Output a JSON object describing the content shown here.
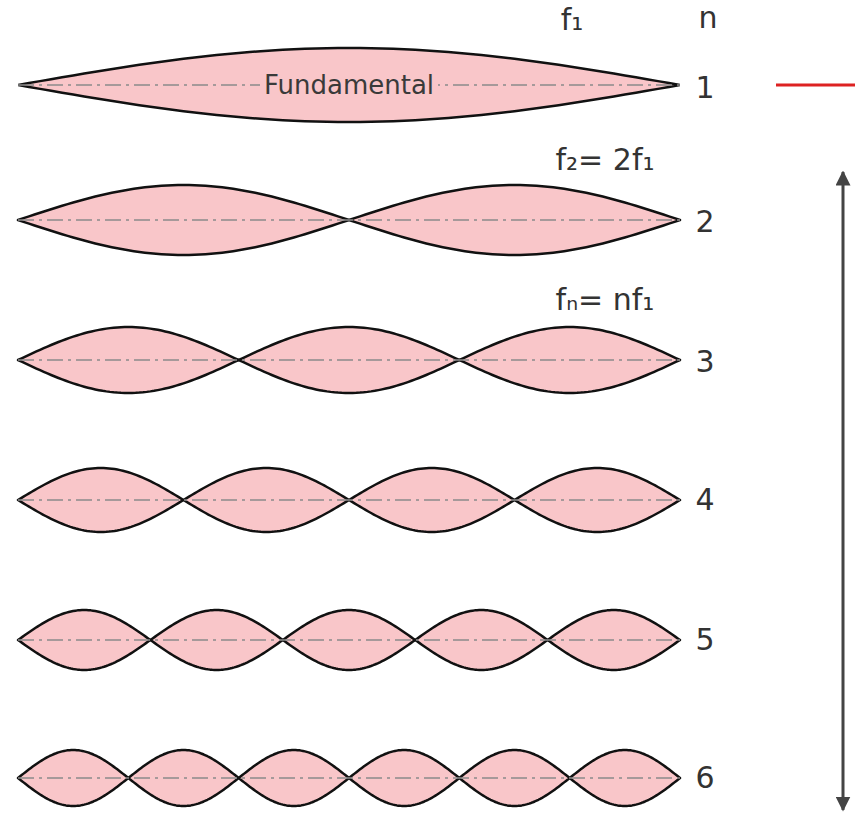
{
  "diagram": {
    "nodes": [
      {
        "text": [
          "Fundamental"
        ]
      }
    ],
    "labels": [
      "f₁",
      "n",
      "1",
      "f₂= 2f₁",
      "2",
      "fₙ= nf₁",
      "3",
      "4",
      "5",
      "6"
    ]
  }
}
